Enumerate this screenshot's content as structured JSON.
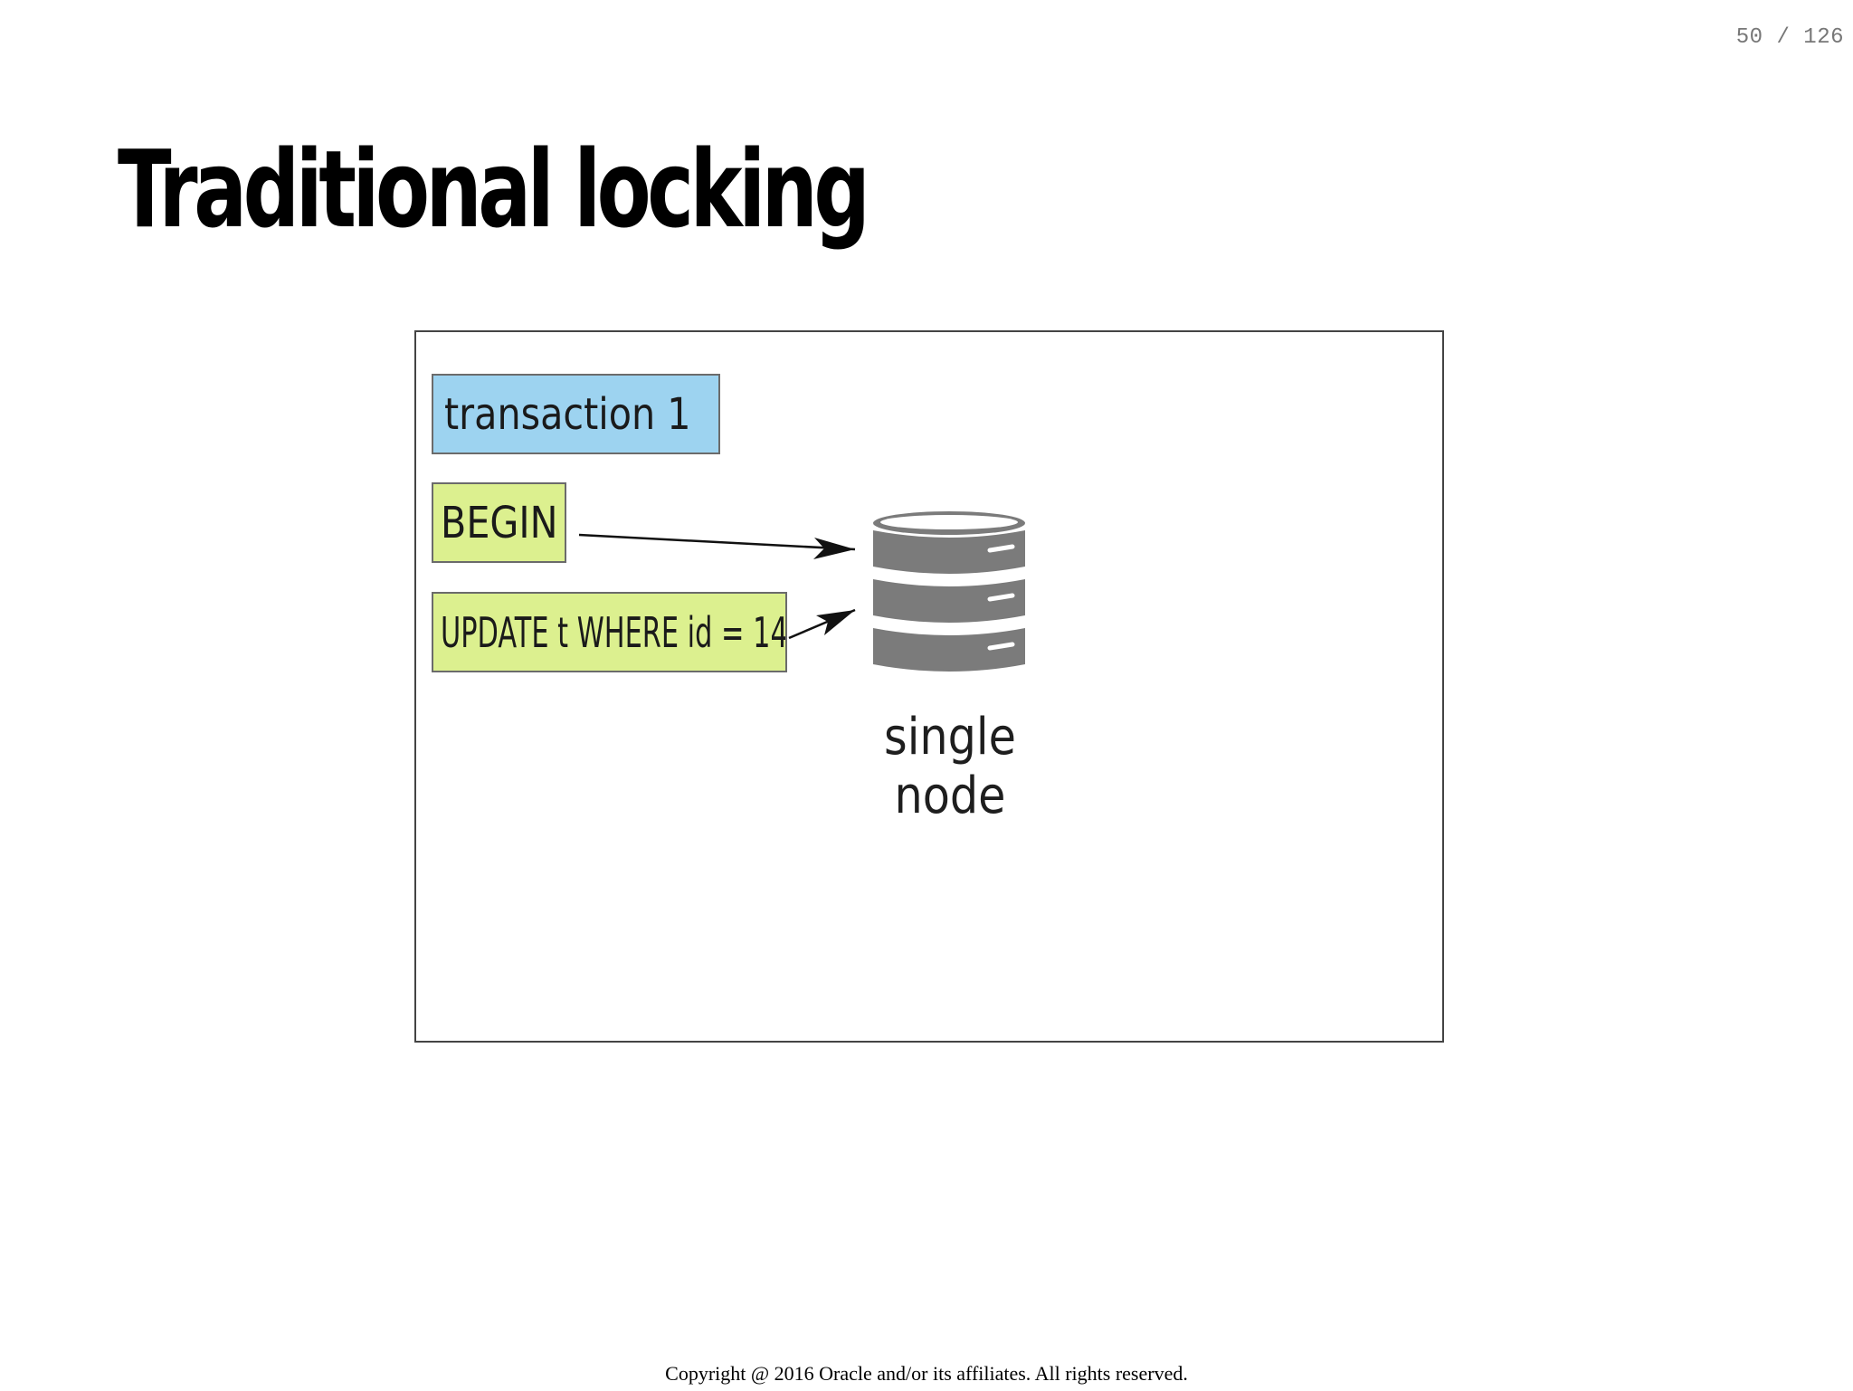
{
  "slide": {
    "page_counter": "50 / 126",
    "title": "Traditional locking",
    "copyright": "Copyright @ 2016 Oracle and/or its affiliates. All rights reserved."
  },
  "diagram": {
    "transaction_label": "transaction 1",
    "begin_label": "BEGIN",
    "update_label": "UPDATE t WHERE id = 14",
    "node_label": "single node",
    "node_icon": "database-icon",
    "colors": {
      "transaction_box": "#9dd3f0",
      "statement_box": "#dcf08f",
      "database_icon": "#7b7b7b"
    }
  }
}
